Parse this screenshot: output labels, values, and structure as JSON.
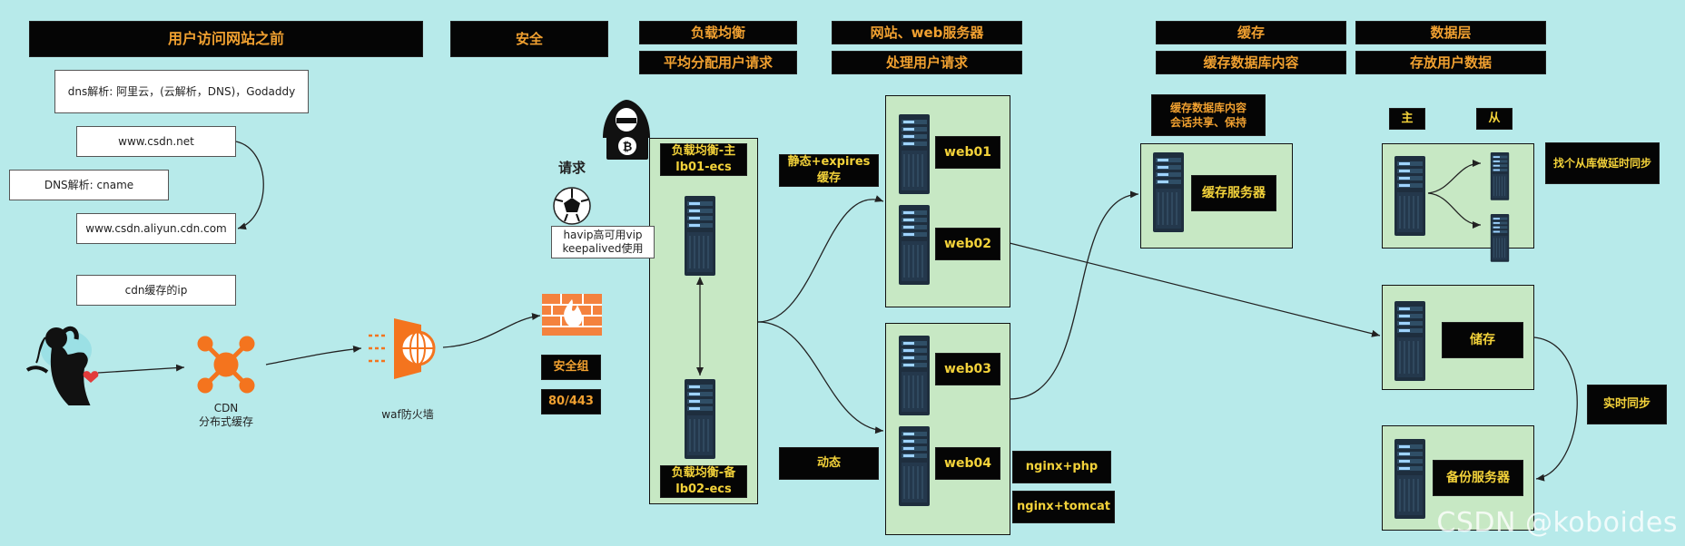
{
  "headers": {
    "before": "用户访问网站之前",
    "security": "安全",
    "lb": "负载均衡",
    "lb_sub": "平均分配用户请求",
    "web": "网站、web服务器",
    "web_sub": "处理用户请求",
    "cache": "缓存",
    "cache_sub": "缓存数据库内容",
    "data": "数据层",
    "data_sub": "存放用户数据"
  },
  "left": {
    "dns_parse": "dns解析: 阿里云，(云解析，DNS)，Godaddy",
    "domain": "www.csdn.net",
    "dns_cname": "DNS解析: cname",
    "cdn_domain": "www.csdn.aliyun.cdn.com",
    "cdn_ip": "cdn缓存的ip",
    "cdn_label": "CDN",
    "cdn_sub": "分布式缓存",
    "waf_label": "waf防火墙"
  },
  "security": {
    "request": "请求",
    "havip_1": "havip高可用vip",
    "havip_2": "keepalived使用",
    "sg": "安全组",
    "ports": "80/443"
  },
  "lb": {
    "master_1": "负载均衡-主",
    "master_2": "lb01-ecs",
    "backup_1": "负载均衡-备",
    "backup_2": "lb02-ecs"
  },
  "web": {
    "static_1": "静态+expires",
    "static_2": "缓存",
    "dynamic": "动态",
    "web01": "web01",
    "web02": "web02",
    "web03": "web03",
    "web04": "web04",
    "nginx_php": "nginx+php",
    "nginx_tomcat": "nginx+tomcat"
  },
  "cache": {
    "note_1": "缓存数据库内容",
    "note_2": "会话共享、保持",
    "server": "缓存服务器"
  },
  "data": {
    "master": "主",
    "slave": "从",
    "slave_note": "找个从库做延时同步",
    "storage": "储存",
    "realtime": "实时同步",
    "backup": "备份服务器"
  },
  "watermark": "CSDN @koboides",
  "colors": {
    "background": "#b7eaea",
    "group": "#c7e8c4",
    "header_text": "#f0a030",
    "server_text": "#f3d23a",
    "cdn": "#f4741e"
  }
}
